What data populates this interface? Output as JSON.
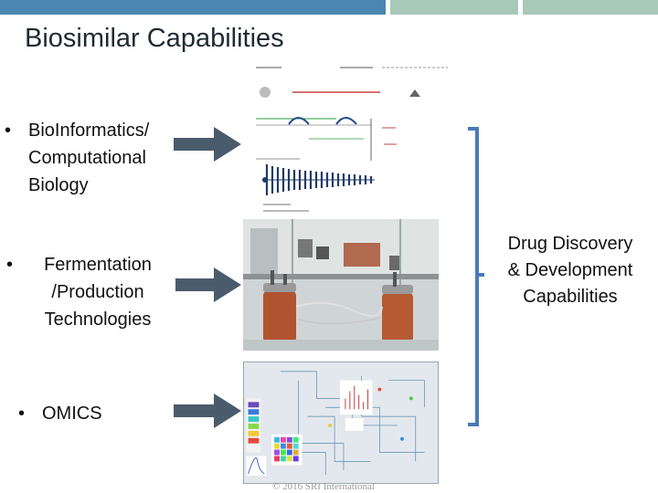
{
  "slide": {
    "title": "Biosimilar Capabilities",
    "bullets": [
      {
        "marker": "•",
        "text": "BioInformatics/\nComputational\nBiology"
      },
      {
        "marker": "•",
        "text": "Fermentation\n/Production\nTechnologies"
      },
      {
        "marker": "•",
        "text": "OMICS"
      }
    ],
    "outcome": "Drug Discovery\n& Development\nCapabilities",
    "footer": "© 2016 SRI International"
  },
  "colors": {
    "band_primary": "#4a86b0",
    "band_secondary": "#a8c9b8",
    "arrow": "#4a5b6b",
    "bracket": "#4a7ab8"
  },
  "icons": {
    "arrows": "right-arrow-icon",
    "bracket": "right-brace-icon"
  }
}
